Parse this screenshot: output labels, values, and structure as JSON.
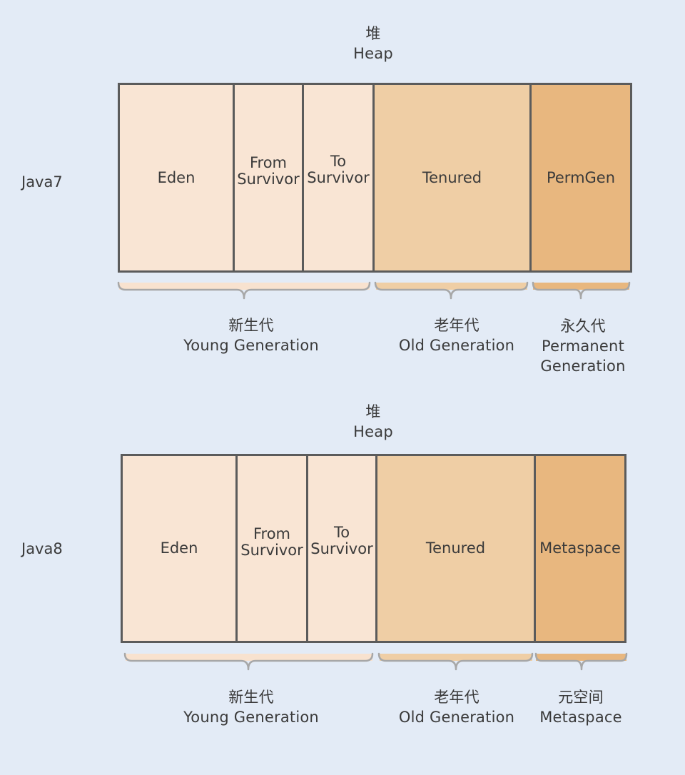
{
  "java7": {
    "heap_zh": "堆",
    "heap_en": "Heap",
    "row_label": "Java7",
    "cells": {
      "eden": "Eden",
      "from_1": "From",
      "from_2": "Survivor",
      "to_1": "To",
      "to_2": "Survivor",
      "tenured": "Tenured",
      "perm": "PermGen"
    },
    "groups": {
      "young_zh": "新生代",
      "young_en": "Young Generation",
      "old_zh": "老年代",
      "old_en": "Old Generation",
      "perm_zh": "永久代",
      "perm_en_1": "Permanent",
      "perm_en_2": "Generation"
    }
  },
  "java8": {
    "heap_zh": "堆",
    "heap_en": "Heap",
    "row_label": "Java8",
    "cells": {
      "eden": "Eden",
      "from_1": "From",
      "from_2": "Survivor",
      "to_1": "To",
      "to_2": "Survivor",
      "tenured": "Tenured",
      "meta": "Metaspace"
    },
    "groups": {
      "young_zh": "新生代",
      "young_en": "Young Generation",
      "old_zh": "老年代",
      "old_en": "Old Generation",
      "meta_zh": "元空间",
      "meta_en": "Metaspace"
    }
  },
  "colors": {
    "background": "#e3ebf6",
    "young": "#f9e5d4",
    "old": "#efcea5",
    "perm_meta": "#e8b77f",
    "border": "#5b5b5b"
  }
}
